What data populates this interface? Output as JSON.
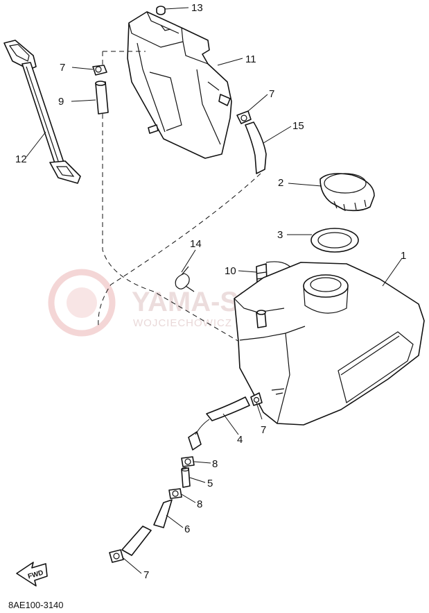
{
  "diagram": {
    "code": "8AE100-3140",
    "fwd_label": "FWD",
    "watermark": {
      "brand": "YAMA-SKLEP.PL",
      "tagline": "WOJCIECHOWICZ DEALER YAMAHA"
    },
    "callouts": [
      {
        "id": "c13a",
        "number": "13"
      },
      {
        "id": "c11",
        "number": "11"
      },
      {
        "id": "c7a",
        "number": "7"
      },
      {
        "id": "c9",
        "number": "9"
      },
      {
        "id": "c7b",
        "number": "7"
      },
      {
        "id": "c15",
        "number": "15"
      },
      {
        "id": "c12",
        "number": "12"
      },
      {
        "id": "c2",
        "number": "2"
      },
      {
        "id": "c3",
        "number": "3"
      },
      {
        "id": "c14",
        "number": "14"
      },
      {
        "id": "c1",
        "number": "1"
      },
      {
        "id": "c10",
        "number": "10"
      },
      {
        "id": "c4",
        "number": "4"
      },
      {
        "id": "c7c",
        "number": "7"
      },
      {
        "id": "c8a",
        "number": "8"
      },
      {
        "id": "c5",
        "number": "5"
      },
      {
        "id": "c8b",
        "number": "8"
      },
      {
        "id": "c6",
        "number": "6"
      },
      {
        "id": "c7d",
        "number": "7"
      }
    ]
  }
}
